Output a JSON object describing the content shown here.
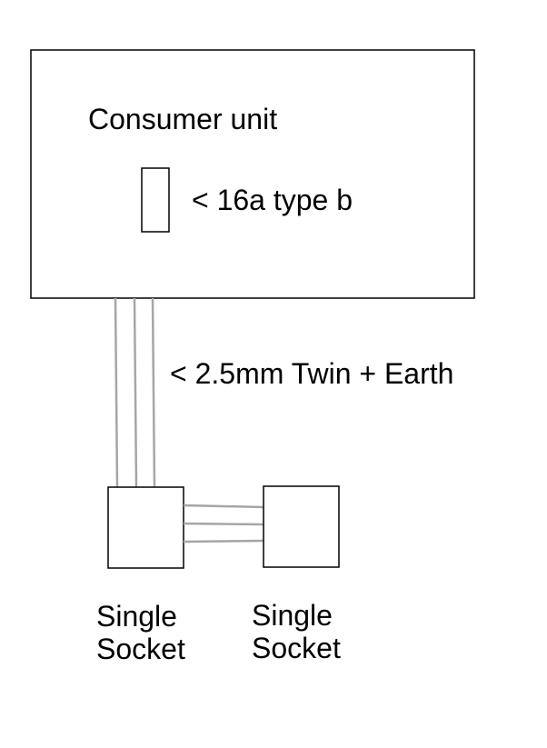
{
  "consumer_unit": {
    "label": "Consumer unit"
  },
  "breaker": {
    "label": "< 16a type b"
  },
  "cable": {
    "label": "< 2.5mm Twin + Earth",
    "wire_color": "#a6a6a6"
  },
  "sockets": [
    {
      "line1": "Single",
      "line2": "Socket"
    },
    {
      "line1": "Single",
      "line2": "Socket"
    }
  ],
  "colors": {
    "outline": "#000000",
    "background": "#ffffff",
    "wire": "#a6a6a6"
  }
}
